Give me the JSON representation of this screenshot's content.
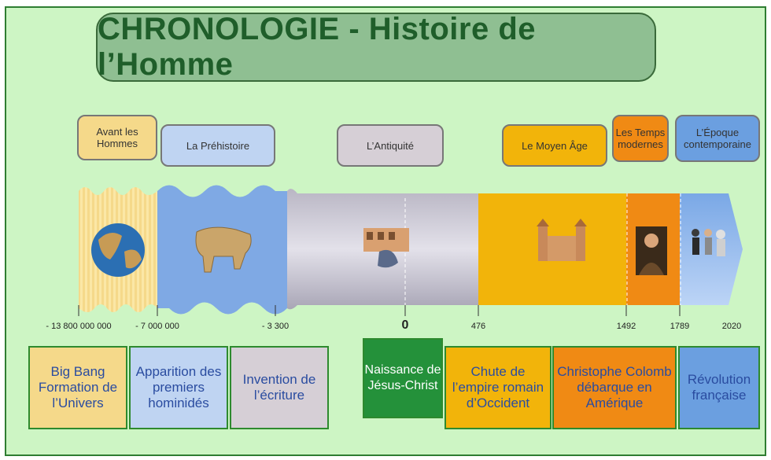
{
  "title": "CHRONOLOGIE - Histoire de l’Homme",
  "colors": {
    "background": "#cdf5c4",
    "border": "#2e7d32",
    "title_fill": "#8fbf92",
    "title_text": "#1f5e2a",
    "avant": "#f5d98a",
    "prehistoire": "#bfd4f2",
    "antiquite": "#d6cfd6",
    "moyen_age": "#f2b40a",
    "temps_modernes": "#f08a14",
    "contemporaine": "#6b9fe0",
    "event_text": "#2a4ca0"
  },
  "periods": [
    {
      "id": "avant",
      "label": "Avant les Hommes"
    },
    {
      "id": "prehistoire",
      "label": "La Préhistoire"
    },
    {
      "id": "antiquite",
      "label": "L’Antiquité"
    },
    {
      "id": "moyen_age",
      "label": "Le Moyen Âge"
    },
    {
      "id": "temps_modernes",
      "label": "Les Temps modernes"
    },
    {
      "id": "contemporaine",
      "label": "L’Époque contemporaine"
    }
  ],
  "dates": [
    "- 13 800 000 000",
    "- 7 000 000",
    "- 3 300",
    "0",
    "476",
    "1492",
    "1789",
    "2020"
  ],
  "events": [
    {
      "id": "big_bang",
      "label": "Big Bang Formation de l’Univers"
    },
    {
      "id": "hominides",
      "label": "Apparition des premiers hominidés"
    },
    {
      "id": "ecriture",
      "label": "Invention de l’écriture"
    },
    {
      "id": "jesus",
      "label": "Naissance de Jésus-Christ"
    },
    {
      "id": "rome",
      "label": "Chute de l’empire romain d’Occident"
    },
    {
      "id": "colomb",
      "label": "Christophe Colomb débarque en Amérique"
    },
    {
      "id": "revolution",
      "label": "Révolution française"
    }
  ],
  "icons": [
    "globe-icon",
    "cave-bull-icon",
    "roman-colosseum-icon",
    "castle-icon",
    "explorer-portrait-icon",
    "modern-people-icon"
  ]
}
